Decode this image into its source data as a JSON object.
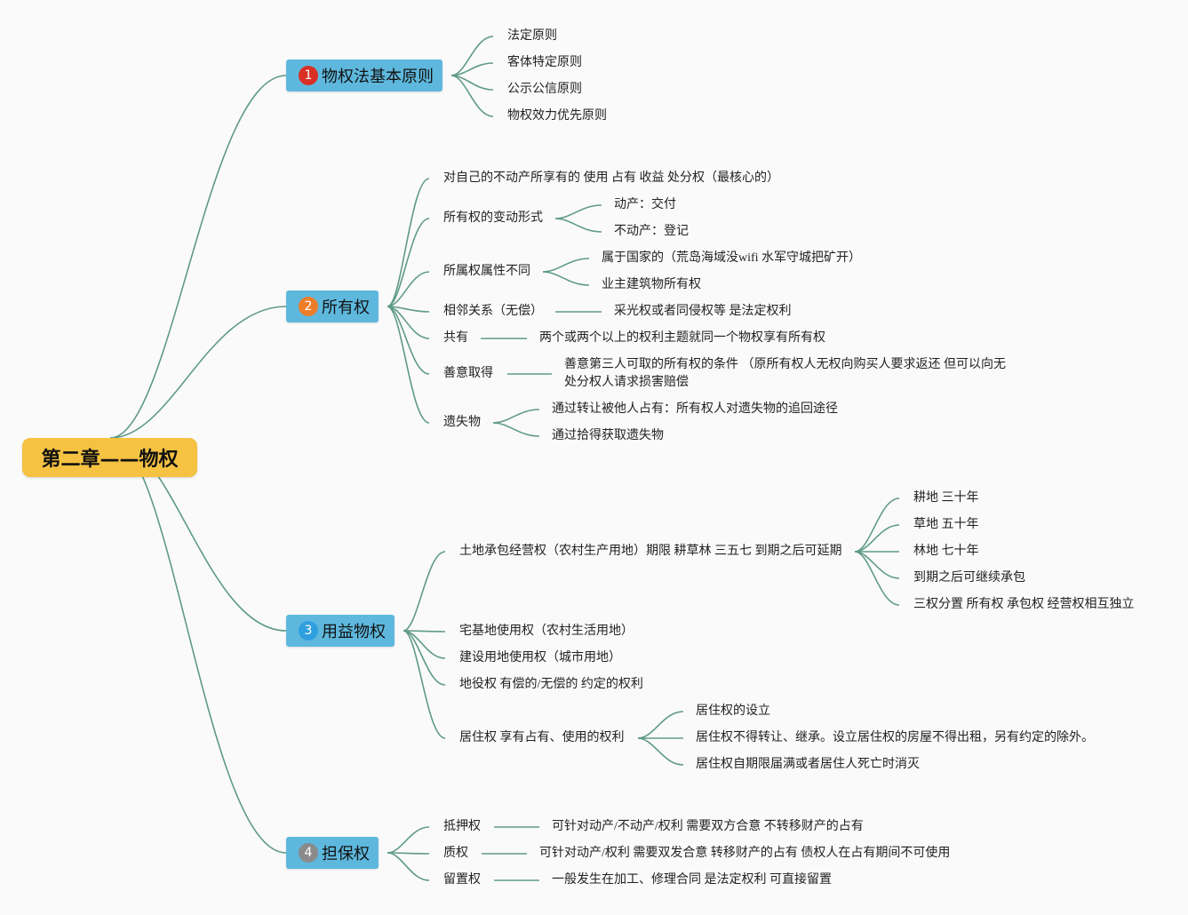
{
  "colors": {
    "root_bg": "#f5c242",
    "branch_bg": "#5eb8dd",
    "line": "#5f9a88",
    "badge1": "#d93025",
    "badge2": "#ee7d2a",
    "badge3": "#2f9fe0",
    "badge4": "#8a8a8a"
  },
  "root": {
    "label": "第二章——物权"
  },
  "branches": [
    {
      "badge": "1",
      "label": "物权法基本原则",
      "children": [
        "法定原则",
        "客体特定原则",
        "公示公信原则",
        "物权效力优先原则"
      ]
    },
    {
      "badge": "2",
      "label": "所有权",
      "items": {
        "core": "对自己的不动产所享有的 使用 占有 收益 处分权（最核心的）",
        "change": {
          "label": "所有权的变动形式",
          "children": [
            "动产：交付",
            "不动产：登记"
          ]
        },
        "nature": {
          "label": "所属权属性不同",
          "children": [
            "属于国家的（荒岛海域没wifi 水军守城把矿开）",
            "业主建筑物所有权"
          ]
        },
        "neighbor": {
          "label": "相邻关系（无偿）",
          "detail": "采光权或者同侵权等 是法定权利"
        },
        "co": {
          "label": "共有",
          "detail": "两个或两个以上的权利主题就同一个物权享有所有权"
        },
        "goodfaith": {
          "label": "善意取得",
          "detail": "善意第三人可取的所有权的条件 （原所有权人无权向购买人要求返还 但可以向无处分权人请求损害赔偿"
        },
        "lost": {
          "label": "遗失物",
          "children": [
            "通过转让被他人占有：所有权人对遗失物的追回途径",
            "通过拾得获取遗失物"
          ]
        }
      }
    },
    {
      "badge": "3",
      "label": "用益物权",
      "items": {
        "land": {
          "label": "土地承包经营权（农村生产用地）期限 耕草林 三五七 到期之后可延期",
          "children": [
            "耕地 三十年",
            "草地 五十年",
            "林地 七十年",
            "到期之后可继续承包",
            "三权分置 所有权 承包权 经营权相互独立"
          ]
        },
        "homestead": "宅基地使用权（农村生活用地）",
        "construction": "建设用地使用权（城市用地）",
        "easement": "地役权 有偿的/无偿的 约定的权利",
        "residence": {
          "label": "居住权 享有占有、使用的权利",
          "children": [
            "居住权的设立",
            "居住权不得转让、继承。设立居住权的房屋不得出租，另有约定的除外。",
            "居住权自期限届满或者居住人死亡时消灭"
          ]
        }
      }
    },
    {
      "badge": "4",
      "label": "担保权",
      "items": [
        {
          "label": "抵押权",
          "detail": "可针对动产/不动产/权利 需要双方合意 不转移财产的占有"
        },
        {
          "label": "质权",
          "detail": "可针对动产/权利 需要双发合意 转移财产的占有 债权人在占有期间不可使用"
        },
        {
          "label": "留置权",
          "detail": "一般发生在加工、修理合同 是法定权利 可直接留置"
        }
      ]
    }
  ]
}
